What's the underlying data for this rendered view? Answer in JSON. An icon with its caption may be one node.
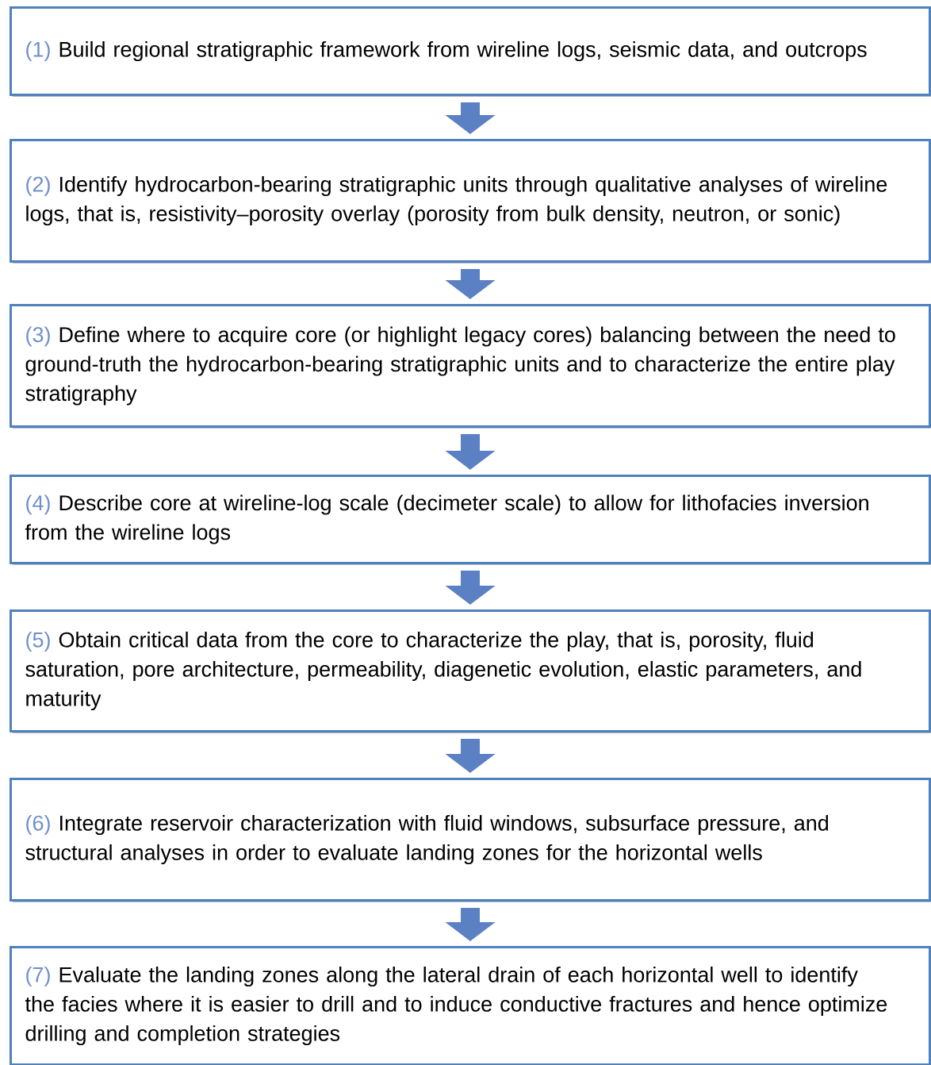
{
  "diagram": {
    "nodes": [
      {
        "text": [
          "(1)",
          "Build regional stratigraphic framework from wireline logs, seismic data, and outcrops"
        ]
      },
      {
        "text": [
          "(2)",
          "Identify hydrocarbon-bearing stratigraphic units through qualitative analyses of wireline logs, that is, resistivity–porosity overlay (porosity from bulk density, neutron, or sonic)"
        ]
      },
      {
        "text": [
          "(3)",
          "Define where to acquire core (or highlight legacy cores) balancing between the need to ground-truth the hydrocarbon-bearing stratigraphic units and to characterize the entire play stratigraphy"
        ]
      },
      {
        "text": [
          "(4)",
          "Describe core at wireline-log scale (decimeter scale) to allow for lithofacies inversion from the wireline logs"
        ]
      },
      {
        "text": [
          "(5)",
          "Obtain critical data from the core to characterize the play, that is, porosity, fluid saturation, pore architecture, permeability, diagenetic evolution, elastic parameters, and maturity"
        ]
      },
      {
        "text": [
          "(6)",
          "Integrate reservoir characterization with fluid windows, subsurface pressure, and structural analyses in order to evaluate landing zones for the horizontal wells"
        ]
      },
      {
        "text": [
          "(7)",
          "Evaluate the landing zones along the lateral drain of each horizontal well to identify the facies where it is easier to drill and to induce conductive fractures and hence optimize drilling and completion strategies"
        ]
      }
    ],
    "edges": [
      {
        "from": 0,
        "to": 1,
        "arrow": "to"
      },
      {
        "from": 1,
        "to": 2,
        "arrow": "to"
      },
      {
        "from": 2,
        "to": 3,
        "arrow": "to"
      },
      {
        "from": 3,
        "to": 4,
        "arrow": "to"
      },
      {
        "from": 4,
        "to": 5,
        "arrow": "to"
      },
      {
        "from": 5,
        "to": 6,
        "arrow": "to"
      }
    ]
  }
}
